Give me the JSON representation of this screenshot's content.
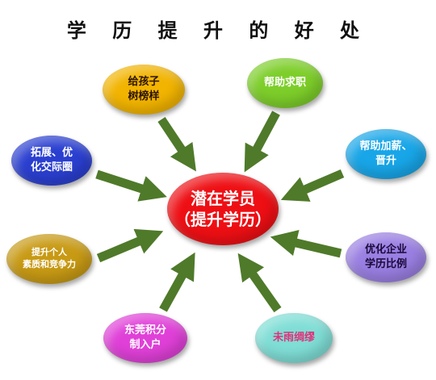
{
  "title": "学 历 提 升 的 好 处",
  "center": {
    "line1": "潜在学员",
    "line2": "（提升学历）",
    "color": "#ee0f14"
  },
  "bubbles": [
    {
      "line1": "给孩子",
      "line2": "树榜样",
      "color": "#f2b400",
      "text_color": "#2b1400"
    },
    {
      "line1": "帮助求职",
      "line2": "",
      "color": "#7dce2a",
      "text_color": "#ffffff"
    },
    {
      "line1": "帮助加薪、",
      "line2": "晋升",
      "color": "#18a6e8",
      "text_color": "#ffffff"
    },
    {
      "line1": "优化企业",
      "line2": "学历比例",
      "color": "#9a7fe2",
      "text_color": "#1a0a3a"
    },
    {
      "line1": "未雨绸缪",
      "line2": "",
      "color": "#7fded6",
      "text_color": "#e0307a"
    },
    {
      "line1": "东莞积分",
      "line2": "制入户",
      "color": "#e040d8",
      "text_color": "#ffffff"
    },
    {
      "line1": "提升个人",
      "line2": "素质和竞争力",
      "color": "#c89a14",
      "text_color": "#ffffff"
    },
    {
      "line1": "拓展、优",
      "line2": "化交际圈",
      "color": "#2a3fd0",
      "text_color": "#ffffff"
    }
  ],
  "arrow_color": "#4f7a2a"
}
